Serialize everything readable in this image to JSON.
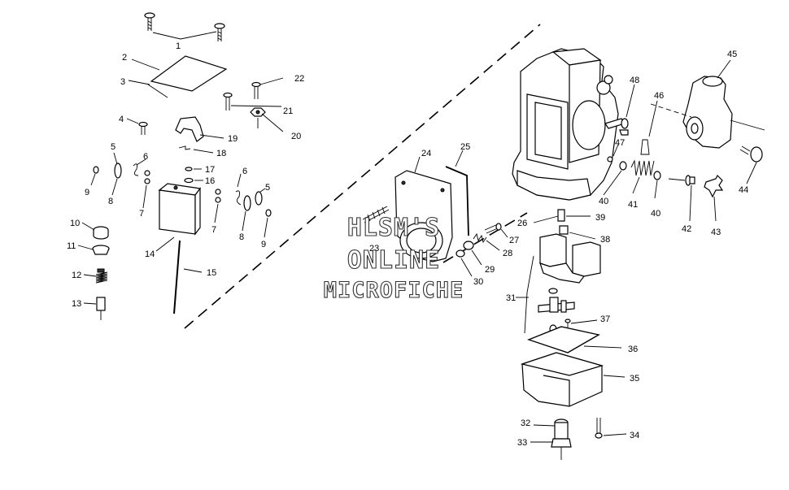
{
  "watermark": {
    "line1": "HLSM'S",
    "line2": "ONLINE",
    "line3": "MICROFICHE"
  },
  "callouts": [
    "1",
    "2",
    "3",
    "4",
    "5",
    "6",
    "7",
    "8",
    "9",
    "10",
    "11",
    "12",
    "13",
    "14",
    "15",
    "16",
    "17",
    "18",
    "19",
    "20",
    "21",
    "22",
    "23",
    "24",
    "25",
    "26",
    "27",
    "28",
    "29",
    "30",
    "31",
    "32",
    "33",
    "34",
    "35",
    "36",
    "37",
    "38",
    "39",
    "40",
    "41",
    "42",
    "43",
    "44",
    "45",
    "46",
    "47",
    "48"
  ],
  "duplicate_callouts": {
    "five_b": "5",
    "six_b": "6",
    "seven_b": "7",
    "eight_b": "8",
    "nine_b": "9",
    "forty_b": "40"
  }
}
